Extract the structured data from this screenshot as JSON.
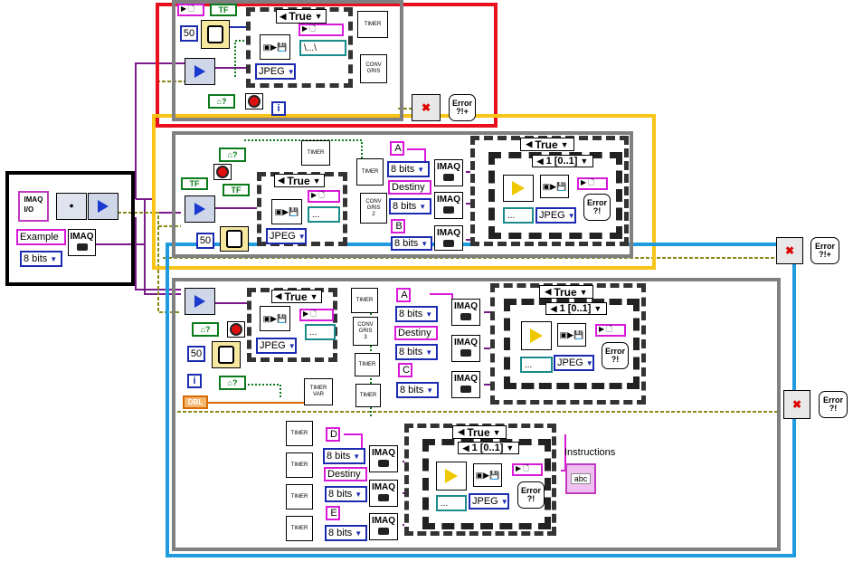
{
  "case_labels": {
    "true_value": "True",
    "seq_value": "1 [0..1]"
  },
  "vis": {
    "timer": "TIMER",
    "conv_gris": "CONV\nGRIS",
    "conv_gris_2": "CONV\nGRIS\n2",
    "conv_gris_3": "CONV\nGRIS\n3",
    "timer_var": "TIMER\nVAR",
    "imaq": "IMAQ",
    "imaq_io": "IMAQ\nI/O"
  },
  "controls": {
    "jpeg": "JPEG",
    "eight_bits": "8 bits",
    "wait_ms": "50",
    "tf": "TF",
    "dbl": "DBL",
    "iteration": "i",
    "path_dots": "\\...\\",
    "path_short": "..."
  },
  "strings": {
    "example": "Example",
    "destiny": "Destiny",
    "a": "A",
    "b": "B",
    "c": "C",
    "d": "D",
    "e": "E",
    "instructions": "Instructions",
    "abc": "abc"
  },
  "errors": {
    "error_text": "Error\n?!+",
    "error_text2": "Error\n?!"
  },
  "colors": {
    "red_region": "#e8101c",
    "yellow_region": "#f8c418",
    "blue_region": "#1f9be0",
    "black_region": "#000000",
    "loop_gray": "#808080"
  }
}
